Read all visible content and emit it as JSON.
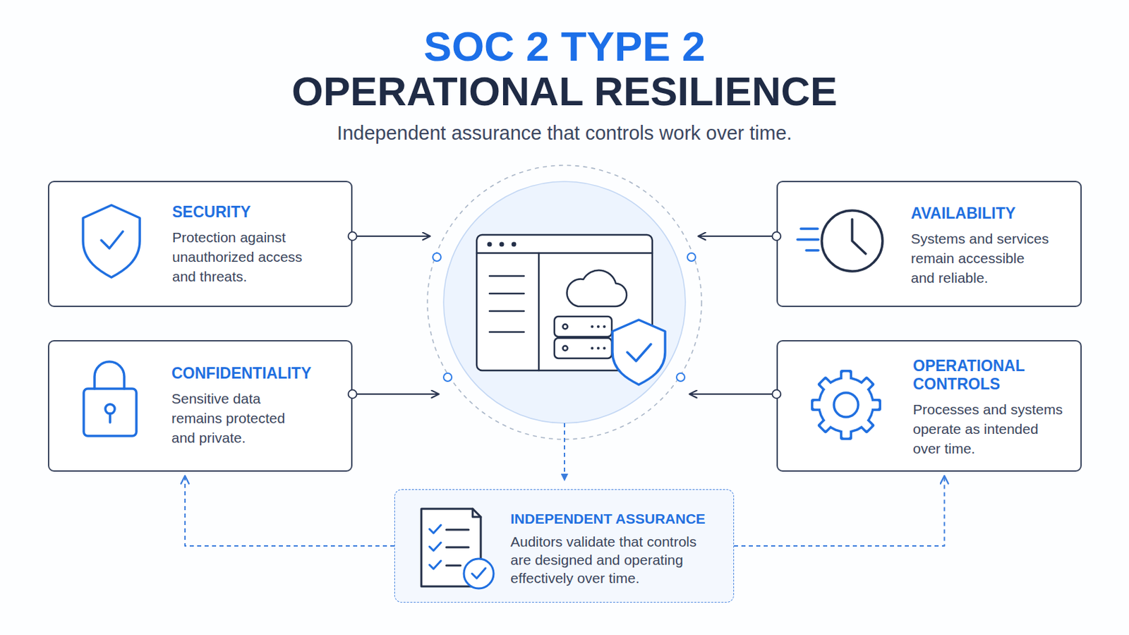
{
  "diagram": {
    "title": "SOC 2 TYPE 2",
    "nodes": [
      {
        "text": [
          "SECURITY",
          "Protection against unauthorized access and threats."
        ]
      },
      {
        "text": [
          "AVAILABILITY",
          "Systems and services remain accessible and reliable."
        ]
      },
      {
        "text": [
          "CONFIDENTIALITY",
          "Sensitive data remains protected and private."
        ]
      },
      {
        "text": [
          "OPERATIONAL CONTROLS",
          "Processes and systems operate as intended over time."
        ]
      },
      {
        "text": [
          "INDEPENDENT ASSURANCE",
          "Auditors validate that controls are designed and operating effectively over time."
        ]
      }
    ],
    "edges": [
      {
        "from": 4,
        "to": 2,
        "arrow": "to"
      },
      {
        "from": 4,
        "to": 3,
        "arrow": "to"
      }
    ],
    "labels": [
      "OPERATIONAL RESILIENCE",
      "Independent assurance that controls work over time."
    ]
  }
}
